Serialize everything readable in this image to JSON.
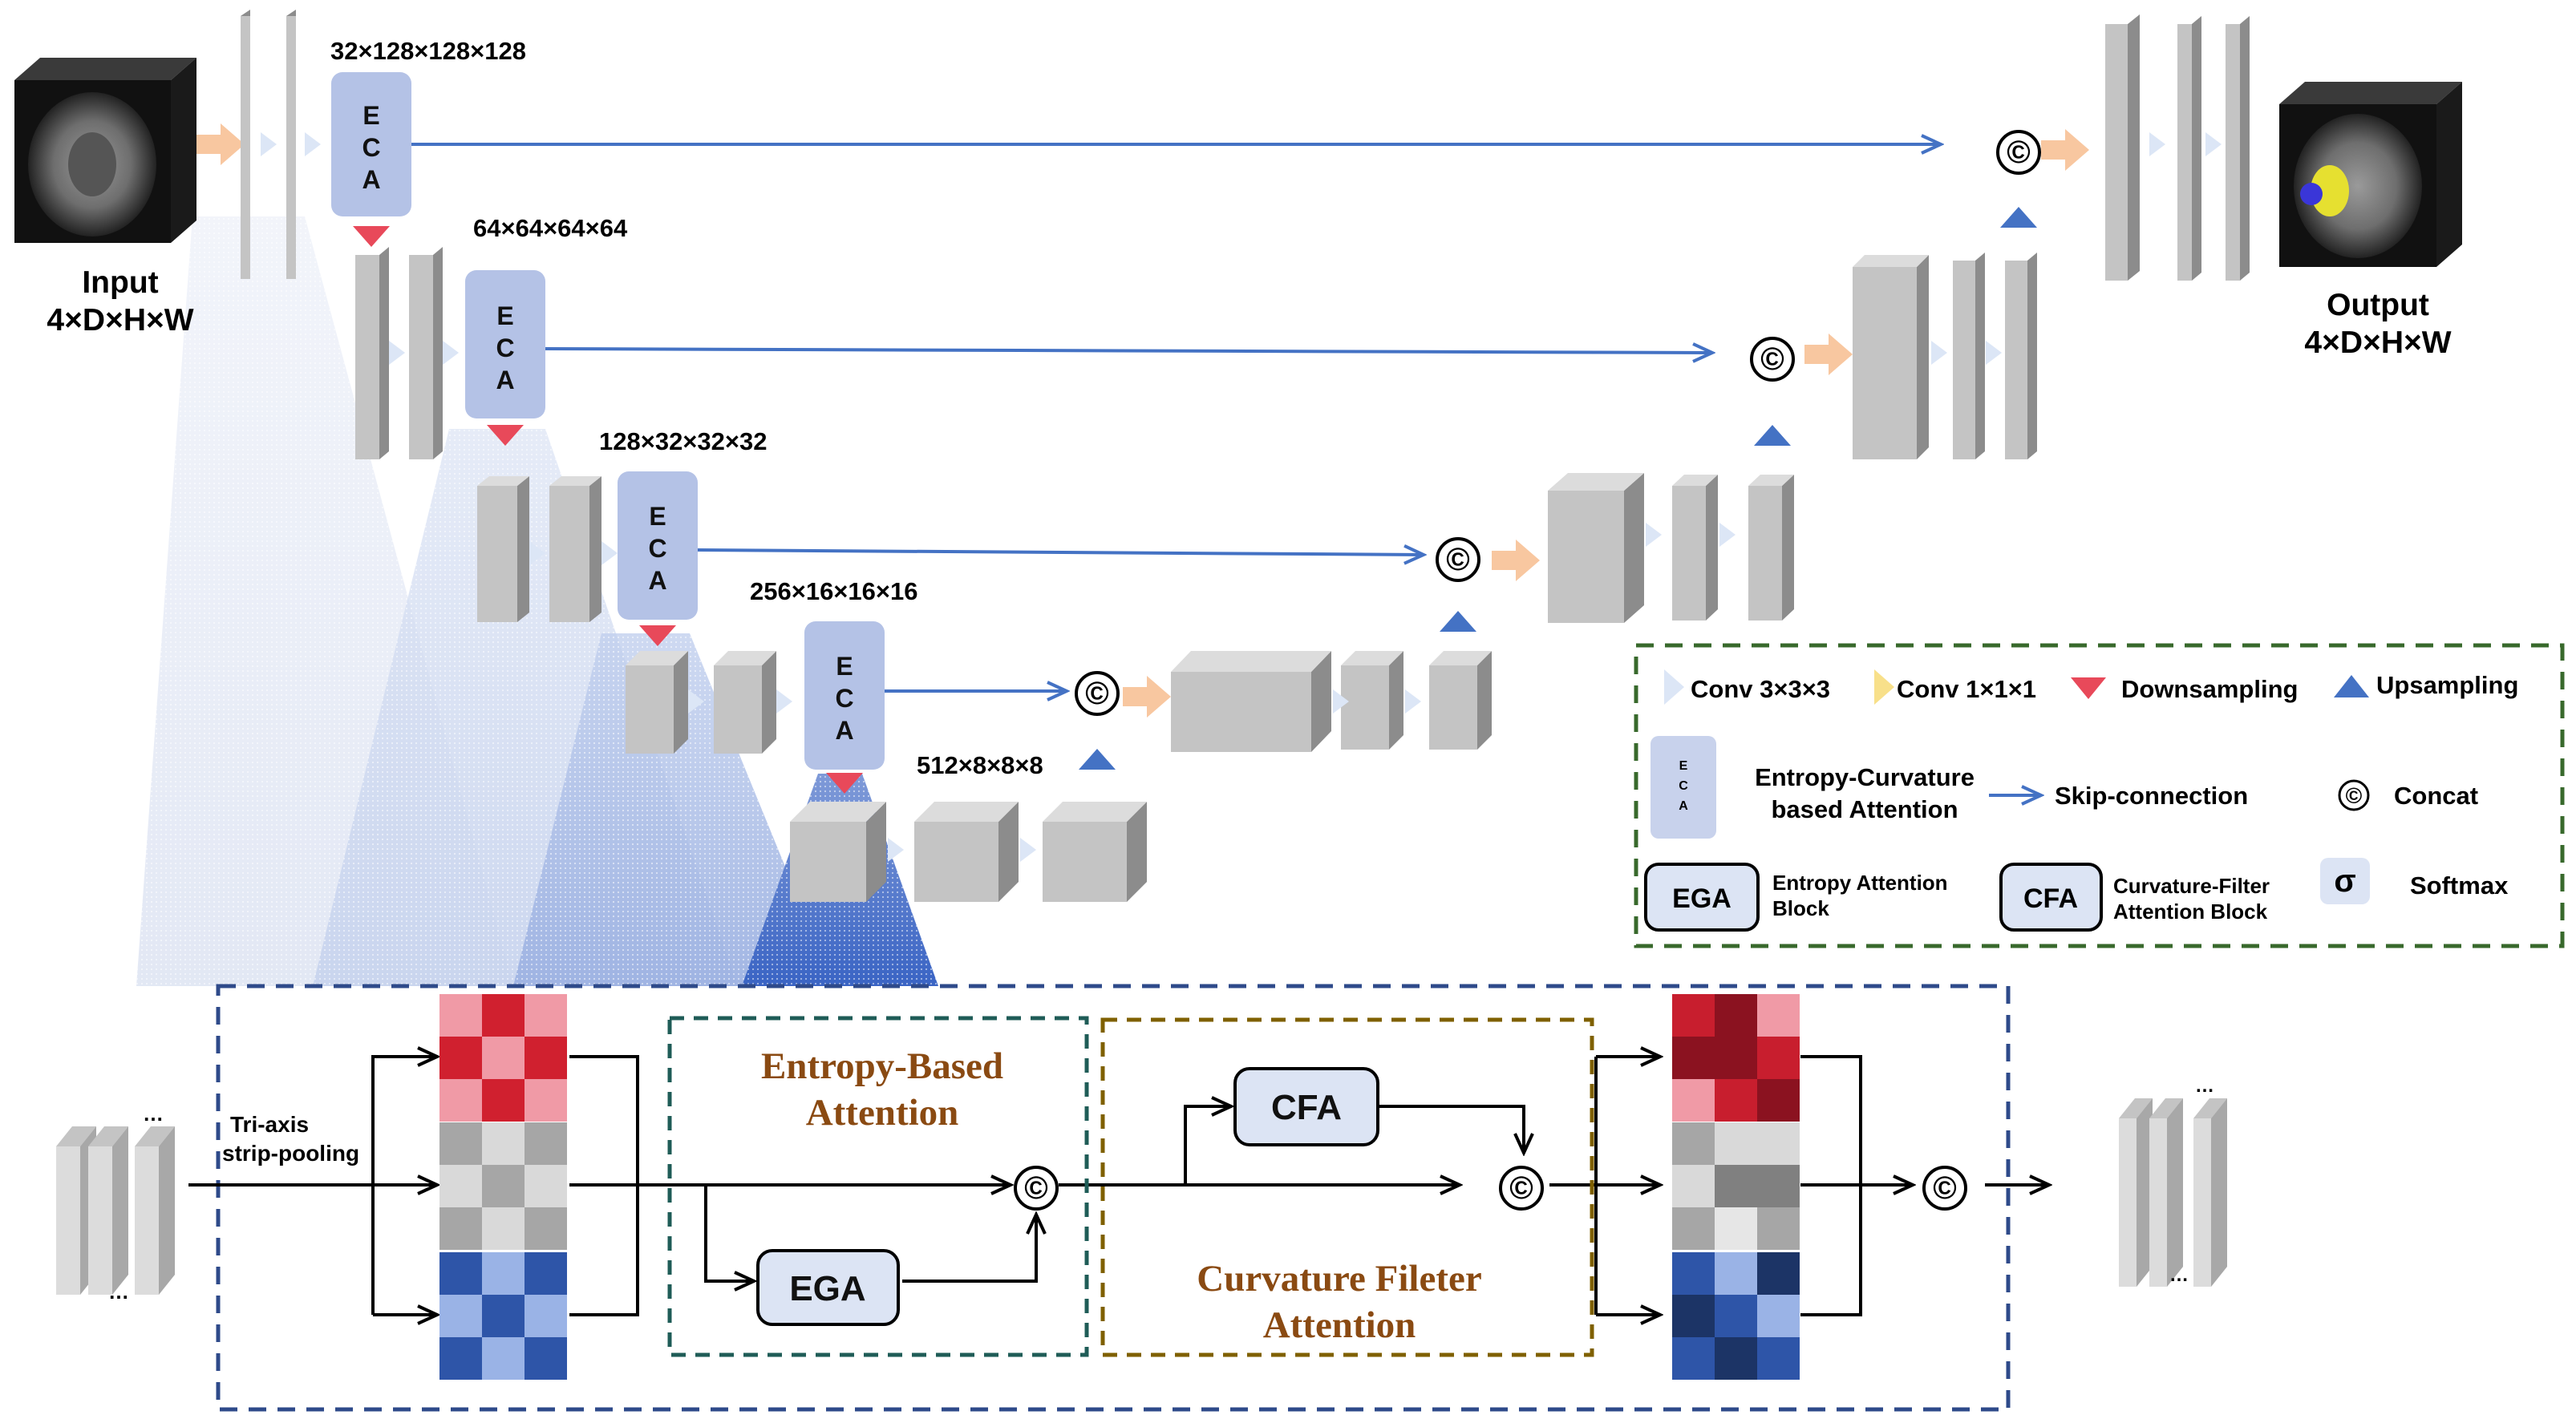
{
  "input": {
    "title": "Input",
    "dims": "4×D×H×W"
  },
  "output": {
    "title": "Output",
    "dims": "4×D×H×W"
  },
  "levels": [
    "32×128×128×128",
    "64×64×64×64",
    "128×32×32×32",
    "256×16×16×16",
    "512×8×8×8"
  ],
  "eca": {
    "letters": [
      "E",
      "C",
      "A"
    ]
  },
  "concat_symbol": "©",
  "legend": {
    "conv3": "Conv 3×3×3",
    "conv1": "Conv 1×1×1",
    "down": "Downsampling",
    "up": "Upsampling",
    "eca_line1": "Entropy-Curvature",
    "eca_line2": "based Attention",
    "skip": "Skip-connection",
    "concat": "Concat",
    "ega_box": "EGA",
    "ega_line1": "Entropy Attention",
    "ega_line2": "Block",
    "cfa_box": "CFA",
    "cfa_line1": "Curvature-Filter",
    "cfa_line2": "Attention Block",
    "softmax_symbol": "σ",
    "softmax": "Softmax"
  },
  "detail": {
    "pool_line1": "Tri-axis",
    "pool_line2": "strip-pooling",
    "entropy_line1": "Entropy-Based",
    "entropy_line2": "Attention",
    "ega": "EGA",
    "cfa": "CFA",
    "curv_line1": "Curvature Fileter",
    "curv_line2": "Attention",
    "dots": "…"
  },
  "colors": {
    "skip": "#4472c4",
    "orange": "#f8c7a0",
    "down": "#e8495a",
    "up": "#4472c4",
    "eca_fill": "#b4c2e6",
    "green_dash": "#38692c",
    "blue_dash": "#2e4a8a",
    "teal_dash": "#1f5c57",
    "olive_dash": "#7f6000"
  },
  "heatmaps": {
    "red_in": [
      "#f09aa6",
      "#d0202f",
      "#f09aa6",
      "#d0202f",
      "#f09aa6",
      "#d0202f",
      "#f09aa6",
      "#d0202f",
      "#f09aa6"
    ],
    "gray_in": [
      "#a6a6a6",
      "#d9d9d9",
      "#a6a6a6",
      "#d9d9d9",
      "#a6a6a6",
      "#d9d9d9",
      "#a6a6a6",
      "#d9d9d9",
      "#a6a6a6"
    ],
    "blue_in": [
      "#2e55a8",
      "#9ab3e6",
      "#2e55a8",
      "#9ab3e6",
      "#2e55a8",
      "#9ab3e6",
      "#2e55a8",
      "#9ab3e6",
      "#2e55a8"
    ],
    "red_out": [
      "#c81e2e",
      "#8b1220",
      "#f09aa6",
      "#8b1220",
      "#8b1220",
      "#c81e2e",
      "#f09aa6",
      "#c81e2e",
      "#8b1220"
    ],
    "gray_out": [
      "#a6a6a6",
      "#d9d9d9",
      "#d9d9d9",
      "#d9d9d9",
      "#808080",
      "#808080",
      "#a6a6a6",
      "#e6e6e6",
      "#a6a6a6"
    ],
    "blue_out": [
      "#2e55a8",
      "#9ab3e6",
      "#1c3466",
      "#1c3466",
      "#2e55a8",
      "#9ab3e6",
      "#2e55a8",
      "#1c3466",
      "#2e55a8"
    ]
  }
}
